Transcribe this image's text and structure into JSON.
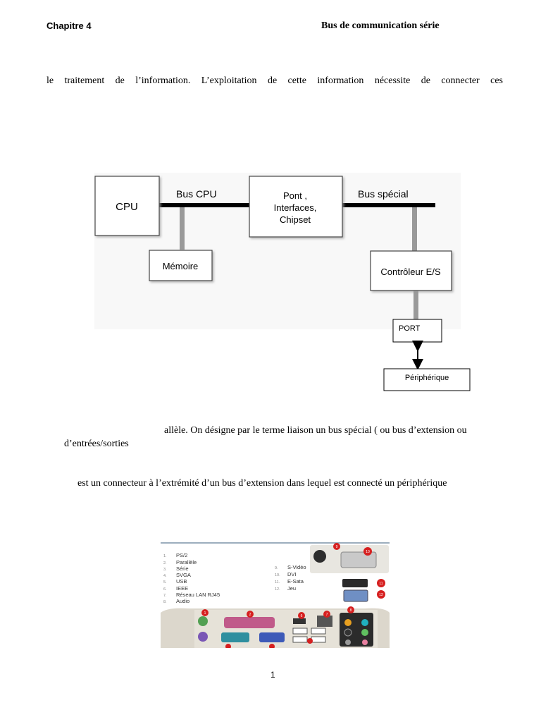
{
  "header": {
    "chapter": "Chapitre 4",
    "title": "Bus de communication série"
  },
  "body": {
    "line1_words": [
      "le",
      "traitement",
      "de",
      "l’information.",
      "L’exploitation",
      "de",
      "cette",
      "information",
      "nécessite",
      "de",
      "connecter",
      "ces"
    ],
    "para2_a": "allèle. On désigne par le terme liaison un  bus spécial ( ou bus d’extension ou",
    "para2_b": "d’entrées/sorties",
    "para3": "est un connecteur à l’extrémité d’un bus d’extension dans lequel est connecté un périphérique"
  },
  "diagram": {
    "cpu": "CPU",
    "bus_cpu": "Bus CPU",
    "pont_lines": [
      "Pont ,",
      "Interfaces,",
      "Chipset"
    ],
    "bus_special": "Bus spécial",
    "memoire": "Mémoire",
    "controleur": "Contrôleur E/S",
    "port": "PORT",
    "peripherique": "Périphérique"
  },
  "photo_legend": {
    "left": [
      "PS/2",
      "Parallèle",
      "Série",
      "SVGA",
      "USB",
      "IEEE",
      "Réseau LAN RJ45",
      "Audio"
    ],
    "right": [
      "S-Vidéo",
      "DVI",
      "E-Sata",
      "Jeu"
    ]
  },
  "page_number": "1"
}
